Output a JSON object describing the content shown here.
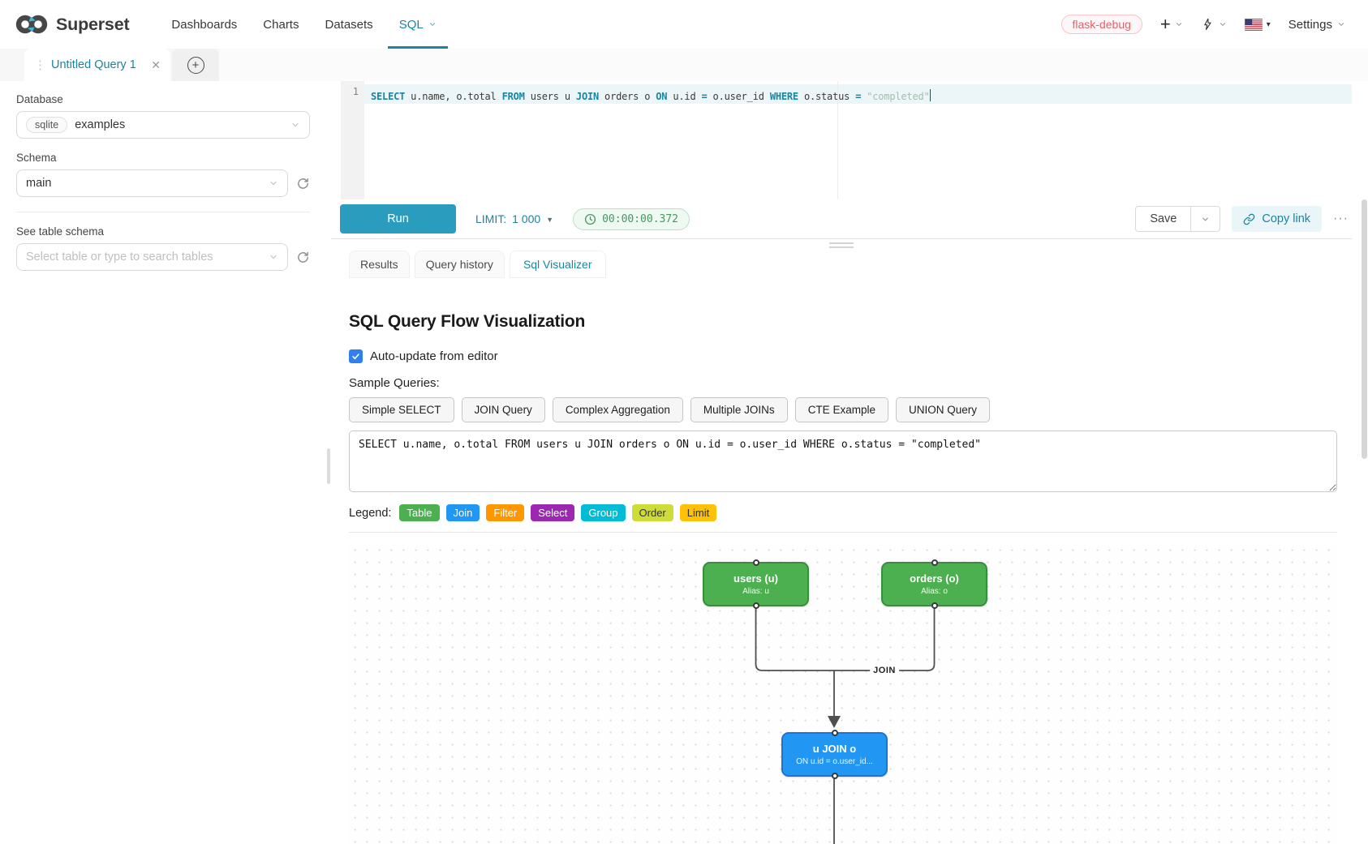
{
  "navbar": {
    "brand": "Superset",
    "items": [
      {
        "label": "Dashboards",
        "active": false
      },
      {
        "label": "Charts",
        "active": false
      },
      {
        "label": "Datasets",
        "active": false
      },
      {
        "label": "SQL",
        "active": true
      }
    ],
    "env_badge": "flask-debug",
    "settings_label": "Settings",
    "accent_color": "#1985a0"
  },
  "query_tab_bar": {
    "active_tab_title": "Untitled Query 1"
  },
  "sidebar": {
    "database_label": "Database",
    "database_engine": "sqlite",
    "database_value": "examples",
    "schema_label": "Schema",
    "schema_value": "main",
    "table_section_label": "See table schema",
    "table_placeholder": "Select table or type to search tables"
  },
  "editor": {
    "line_number": "1",
    "sql_tokens": [
      {
        "text": "SELECT",
        "type": "keyword"
      },
      {
        "text": " u.name, o.total ",
        "type": "plain"
      },
      {
        "text": "FROM",
        "type": "keyword"
      },
      {
        "text": " users u ",
        "type": "plain"
      },
      {
        "text": "JOIN",
        "type": "keyword"
      },
      {
        "text": " orders o ",
        "type": "plain"
      },
      {
        "text": "ON",
        "type": "keyword"
      },
      {
        "text": " u.id ",
        "type": "plain"
      },
      {
        "text": "=",
        "type": "keyword"
      },
      {
        "text": " o.user_id ",
        "type": "plain"
      },
      {
        "text": "WHERE",
        "type": "keyword"
      },
      {
        "text": " o.status ",
        "type": "plain"
      },
      {
        "text": "=",
        "type": "keyword"
      },
      {
        "text": " ",
        "type": "plain"
      },
      {
        "text": "\"completed\"",
        "type": "string"
      }
    ]
  },
  "toolbar": {
    "run_label": "Run",
    "limit_label": "LIMIT:",
    "limit_value": "1 000",
    "elapsed_time": "00:00:00.372",
    "save_label": "Save",
    "copy_link_label": "Copy link",
    "more_label": "···"
  },
  "result_tabs": [
    {
      "label": "Results",
      "active": false
    },
    {
      "label": "Query history",
      "active": false
    },
    {
      "label": "Sql Visualizer",
      "active": true
    }
  ],
  "visualizer": {
    "title": "SQL Query Flow Visualization",
    "auto_update_label": "Auto-update from editor",
    "auto_update_checked": true,
    "sample_queries_label": "Sample Queries:",
    "sample_buttons": [
      "Simple SELECT",
      "JOIN Query",
      "Complex Aggregation",
      "Multiple JOINs",
      "CTE Example",
      "UNION Query"
    ],
    "sql_input_value": "SELECT u.name, o.total FROM users u JOIN orders o ON u.id = o.user_id WHERE o.status = \"completed\"",
    "legend_label": "Legend:",
    "legend": [
      {
        "label": "Table",
        "bg": "#4CAF50",
        "fg": "#ffffff"
      },
      {
        "label": "Join",
        "bg": "#2196F3",
        "fg": "#ffffff"
      },
      {
        "label": "Filter",
        "bg": "#FF9800",
        "fg": "#ffffff"
      },
      {
        "label": "Select",
        "bg": "#9C27B0",
        "fg": "#ffffff"
      },
      {
        "label": "Group",
        "bg": "#00BCD4",
        "fg": "#ffffff"
      },
      {
        "label": "Order",
        "bg": "#CDDC39",
        "fg": "#333333"
      },
      {
        "label": "Limit",
        "bg": "#FFC107",
        "fg": "#333333"
      }
    ],
    "flow": {
      "edge_label": "JOIN",
      "nodes": [
        {
          "id": "table-users",
          "title": "users (u)",
          "subtitle": "Alias: u",
          "bg": "#4CAF50",
          "border": "#388E3C"
        },
        {
          "id": "table-orders",
          "title": "orders (o)",
          "subtitle": "Alias: o",
          "bg": "#4CAF50",
          "border": "#388E3C"
        },
        {
          "id": "join-node",
          "title": "u JOIN o",
          "subtitle": "ON u.id = o.user_id...",
          "bg": "#2196F3",
          "border": "#1976D2"
        }
      ]
    }
  }
}
